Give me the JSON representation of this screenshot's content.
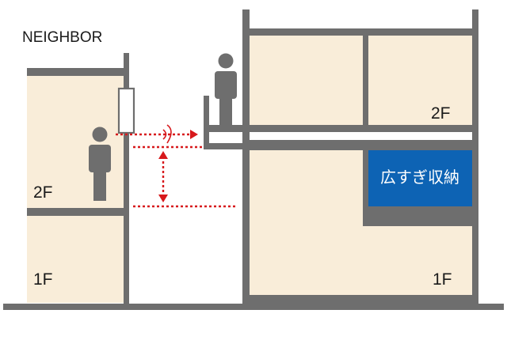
{
  "neighbor_label": "NEIGHBOR",
  "neighbor_floors": {
    "upper": "2F",
    "lower": "1F"
  },
  "house_floors": {
    "upper": "2F",
    "lower": "1F"
  },
  "storage_label": "広すぎ収納",
  "colors": {
    "wall": "#6e6e6e",
    "room": "#f9edd9",
    "sightline": "#d7191c",
    "storage": "#0d63b4"
  }
}
